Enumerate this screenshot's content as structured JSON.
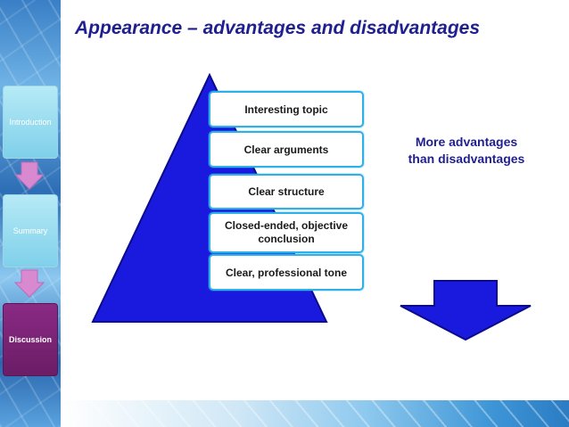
{
  "title": "Appearance – advantages and disadvantages",
  "stages": [
    {
      "label": "Introduction"
    },
    {
      "label": "Summary"
    },
    {
      "label": "Discussion"
    }
  ],
  "pyramid_items": [
    "Interesting topic",
    "Clear arguments",
    "Clear structure",
    "Closed-ended, objective conclusion",
    "Clear, professional tone"
  ],
  "conclusion": "More advantages\nthan disadvantages",
  "colors": {
    "title": "#1f1f8f",
    "pyramid_fill": "#1a1adf",
    "box_border": "#2fb0e8",
    "active_stage": "#7a2376",
    "arrow_fill": "#1a1adf"
  },
  "icons": [
    "down-arrow-icon",
    "down-arrow-icon"
  ]
}
